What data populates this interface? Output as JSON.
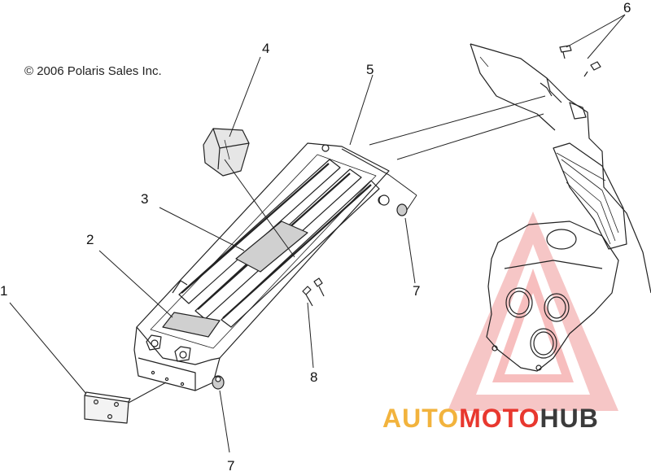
{
  "copyright": "© 2006 Polaris Sales Inc.",
  "callouts": [
    "1",
    "2",
    "3",
    "4",
    "5",
    "6",
    "7",
    "7",
    "8"
  ],
  "watermark": {
    "part1": "AUTO",
    "part2": "MOTO",
    "part3": "HUB",
    "color1": "#f2b33d",
    "color2": "#e8382f",
    "color3": "#3b3b3b"
  }
}
